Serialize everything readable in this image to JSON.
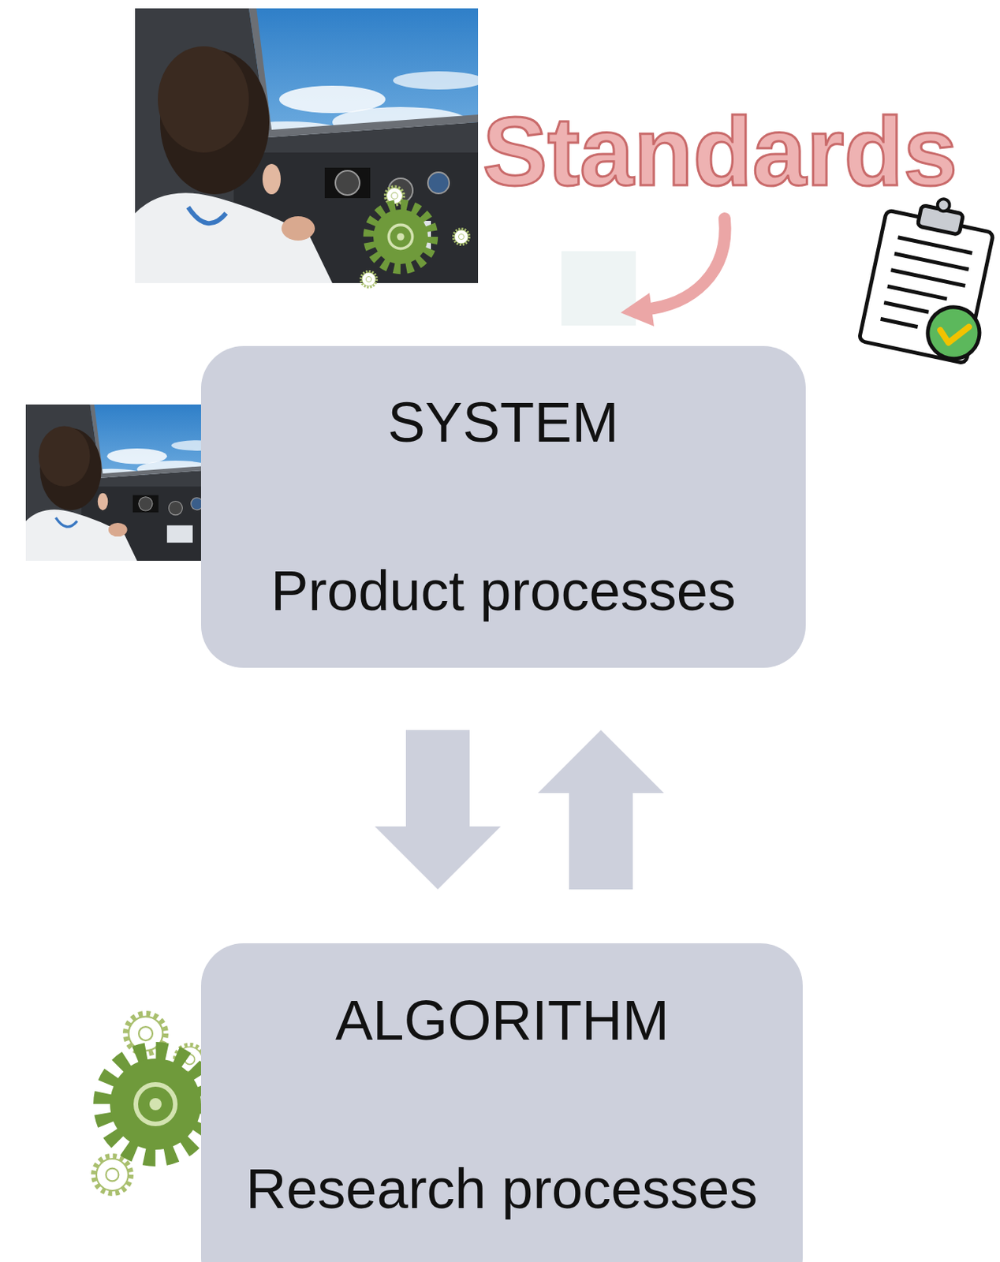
{
  "diagram": {
    "nodes": [
      {
        "text": [
          "SYSTEM",
          "Product processes"
        ]
      },
      {
        "text": [
          "ALGORITHM",
          "Research processes"
        ]
      }
    ],
    "edges": [
      {
        "from": 0,
        "to": 1,
        "arrow": "to"
      },
      {
        "from": 1,
        "to": 0,
        "arrow": "to"
      }
    ],
    "labels": [
      "Standards"
    ]
  }
}
